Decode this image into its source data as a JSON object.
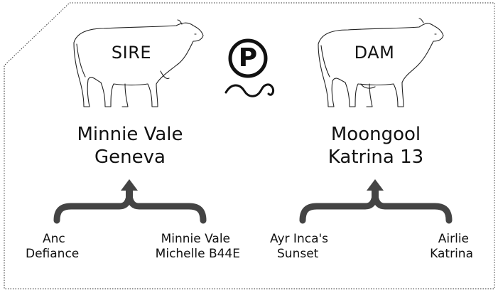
{
  "sire": {
    "label": "SIRE",
    "name_line1": "Minnie Vale",
    "name_line2": "Geneva",
    "parent1_line1": "Anc",
    "parent1_line2": "Defiance",
    "parent2_line1": "Minnie Vale",
    "parent2_line2": "Michelle B44E"
  },
  "dam": {
    "label": "DAM",
    "name_line1": "Moongool",
    "name_line2": "Katrina 13",
    "parent1_line1": "Ayr Inca's",
    "parent1_line2": "Sunset",
    "parent2_line1": "Airlie",
    "parent2_line2": "Katrina"
  },
  "logo": {
    "letter": "P",
    "icon": "polled-logo-icon"
  },
  "colors": {
    "ink": "#111111",
    "background": "#ffffff"
  }
}
